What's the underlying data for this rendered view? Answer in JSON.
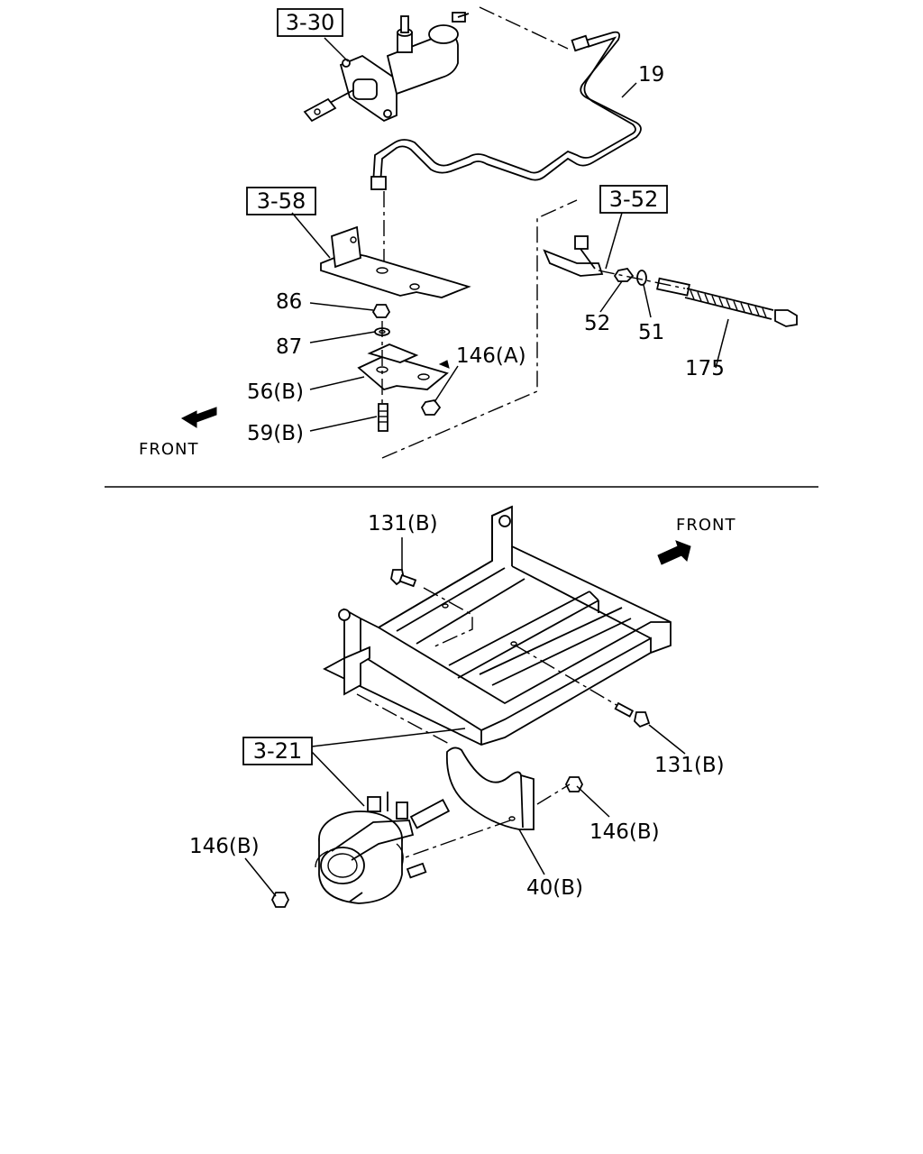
{
  "top_section": {
    "ref_boxes": {
      "ref_3_30": "3-30",
      "ref_3_58": "3-58",
      "ref_3_52": "3-52"
    },
    "labels": {
      "p19": "19",
      "p86": "86",
      "p87": "87",
      "p56b": "56(B)",
      "p59b": "59(B)",
      "p146a": "146(A)",
      "p52": "52",
      "p51": "51",
      "p175": "175"
    },
    "front": "FRONT"
  },
  "bottom_section": {
    "ref_boxes": {
      "ref_3_21": "3-21"
    },
    "labels": {
      "p131b_top": "131(B)",
      "p131b_right": "131(B)",
      "p146b_right": "146(B)",
      "p146b_left": "146(B)",
      "p40b": "40(B)"
    },
    "front": "FRONT"
  }
}
